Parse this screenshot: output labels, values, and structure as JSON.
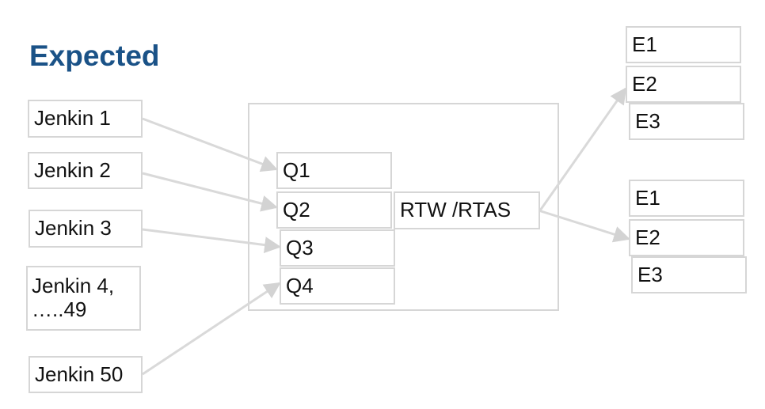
{
  "title": "Expected",
  "sources": [
    "Jenkin 1",
    "Jenkin 2",
    "Jenkin 3",
    "Jenkin 4,\n…..49",
    "Jenkin 50"
  ],
  "queues": [
    "Q1",
    "Q2",
    "Q3",
    "Q4"
  ],
  "router": "RTW /RTAS",
  "env_group_1": [
    "E1",
    "E2",
    "E3"
  ],
  "env_group_2": [
    "E1",
    "E2",
    "E3"
  ],
  "colors": {
    "title": "#1a5287",
    "border": "#d6d6d6",
    "arrow": "#d9d9d9"
  }
}
